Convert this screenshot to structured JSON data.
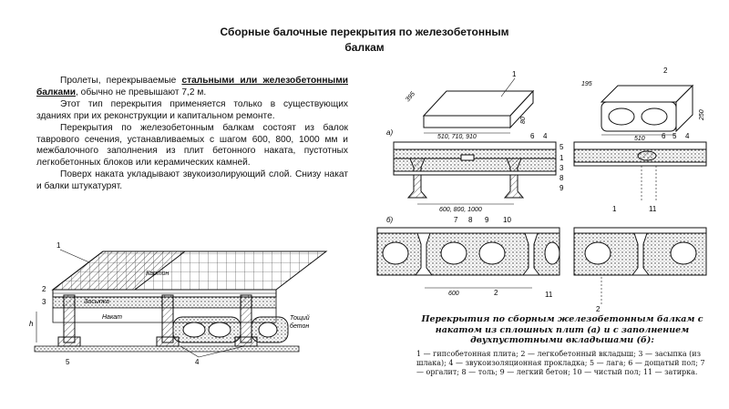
{
  "slide": {
    "title_line1": "Сборные балочные перекрытия по железобетонным",
    "title_line2": "балкам"
  },
  "text": {
    "p1_a": "Пролеты, перекрываемые",
    "p1_b": "стальными или железобетонными балками",
    "p1_c": ", обычно не превышают 7,2 м.",
    "p2": "Этот тип перекрытия применяется только в существующих зданиях при их реконструкции и капитальном ремонте.",
    "p3": "Перекрытия по железобетонным балкам состоят из балок таврового сечения, устанавливаемых с шагом 600, 800, 1000 мм и межбалочного заполнения из плит бетонного наката, пустотных легкобетонных блоков или керамических камней.",
    "p4": "Поверх наката укладывают звукоизолирующий слой. Снизу накат и балки штукатурят."
  },
  "left_figure": {
    "labels": {
      "l1": "1",
      "l2": "2",
      "l3": "3",
      "l4": "4",
      "l5": "5",
      "karton": "Картон",
      "zasypka": "Засыпка",
      "nakat": "Накат",
      "toshchiy": "Тощий",
      "beton": "бетон",
      "h": "h"
    }
  },
  "right_figure": {
    "dims": {
      "d395": "395",
      "d510_710_910": "510, 710, 910",
      "d80": "80",
      "d195": "195",
      "d510": "510",
      "d250": "250",
      "d600_800_1000": "600, 800, 1000",
      "d600": "600"
    },
    "labels": {
      "a": "а)",
      "b": "б)",
      "n1": "1",
      "n2": "2",
      "n3": "3",
      "n4": "4",
      "n5": "5",
      "n6": "6",
      "n7": "7",
      "n8": "8",
      "n9": "9",
      "n10": "10",
      "n11": "11"
    },
    "caption_title": "Перекрытия по сборным железобетонным балкам с накатом из сплошных плит (а) и с заполнением двухпустотными вкладышами (б):",
    "caption_body": "1 — гипсобетонная плита; 2 — легкобетонный вкладыш; 3 — засыпка (из шлака); 4 — звукоизоляционная прокладка; 5 — лага; 6 — дощатый пол; 7 — оргалит; 8 — толь; 9 — легкий бетон; 10 — чистый пол; 11 — затирка."
  }
}
